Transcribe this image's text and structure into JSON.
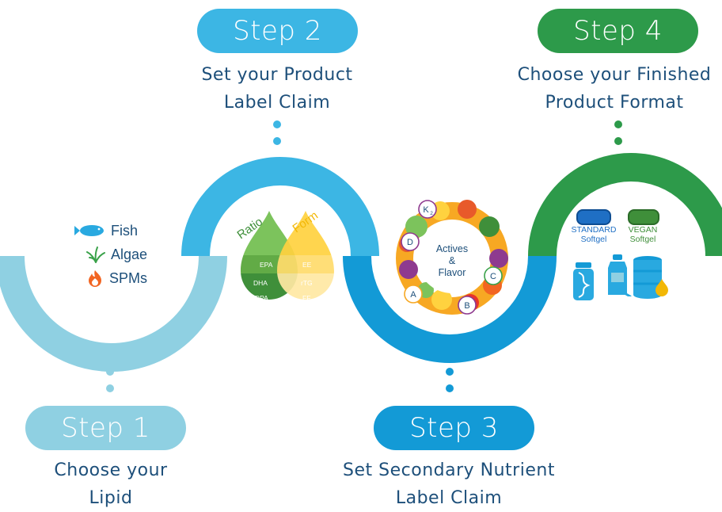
{
  "steps": [
    {
      "pill": "Step 1",
      "lines": [
        "Choose your",
        "Lipid"
      ]
    },
    {
      "pill": "Step 2",
      "lines": [
        "Set your Product",
        "Label Claim"
      ]
    },
    {
      "pill": "Step 3",
      "lines": [
        "Set Secondary Nutrient",
        "Label Claim"
      ]
    },
    {
      "pill": "Step 4",
      "lines": [
        "Choose your Finished",
        "Product Format"
      ]
    }
  ],
  "colors": {
    "step1": "#8fd0e2",
    "step2": "#3cb6e4",
    "step3": "#139ad6",
    "step4": "#2d9a4a",
    "text": "#1d4f7a"
  },
  "lipids": [
    {
      "label": "Fish",
      "icon": "fish-icon"
    },
    {
      "label": "Algae",
      "icon": "algae-icon"
    },
    {
      "label": "SPMs",
      "icon": "spm-flame-icon"
    }
  ],
  "drops": {
    "ratio_title": "Ratio",
    "form_title": "Form",
    "ratio_items": [
      "EPA",
      "DHA",
      "DPA"
    ],
    "form_items": [
      "EE",
      "rTG",
      "FF"
    ]
  },
  "actives": {
    "center": [
      "Actives",
      "&",
      "Flavor"
    ],
    "letters": [
      "K",
      "2",
      "D",
      "C",
      "A",
      "B"
    ]
  },
  "formats": {
    "standard": [
      "STANDARD",
      "Softgel"
    ],
    "vegan": [
      "VEGAN",
      "Softgel"
    ],
    "icons": [
      "jar-icon",
      "bottle-icon",
      "drum-icon"
    ]
  }
}
